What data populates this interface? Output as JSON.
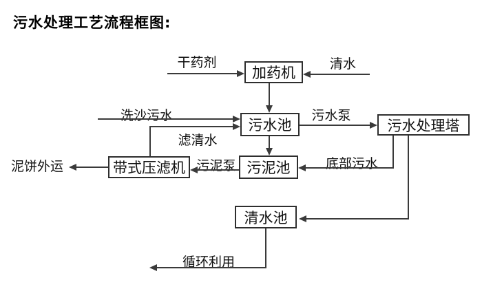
{
  "title": "污水处理工艺流程框图:",
  "diagram": {
    "nodes": [
      {
        "id": "dosing-machine",
        "label": "加药机"
      },
      {
        "id": "sewage-pool",
        "label": "污水池"
      },
      {
        "id": "treatment-tower",
        "label": "污水处理塔"
      },
      {
        "id": "belt-filter-press",
        "label": "带式压滤机"
      },
      {
        "id": "sludge-pool",
        "label": "污泥池"
      },
      {
        "id": "clean-water-pool",
        "label": "清水池"
      }
    ],
    "edges": [
      {
        "id": "dry-chemical",
        "label": "干药剂",
        "from": "external",
        "to": "dosing-machine"
      },
      {
        "id": "clean-water-in",
        "label": "清水",
        "from": "external",
        "to": "dosing-machine"
      },
      {
        "id": "sand-washing-sewage",
        "label": "洗沙污水",
        "from": "external",
        "to": "sewage-pool"
      },
      {
        "id": "sewage-pump",
        "label": "污水泵",
        "from": "sewage-pool",
        "to": "treatment-tower"
      },
      {
        "id": "filtered-water",
        "label": "滤清水",
        "from": "belt-filter-press",
        "to": "sewage-pool"
      },
      {
        "id": "bottom-sewage",
        "label": "底部污水",
        "from": "treatment-tower",
        "to": "sludge-pool"
      },
      {
        "id": "sludge-pump",
        "label": "污泥泵",
        "from": "sludge-pool",
        "to": "belt-filter-press"
      },
      {
        "id": "mud-cake-outbound",
        "label": "泥饼外运",
        "from": "belt-filter-press",
        "to": "external"
      },
      {
        "id": "recycling",
        "label": "循环利用",
        "from": "clean-water-pool",
        "to": "external"
      }
    ],
    "colors": {
      "line": "#3a3a3a",
      "box_border": "#2e2e2e",
      "text": "#111111",
      "background": "#ffffff"
    }
  }
}
